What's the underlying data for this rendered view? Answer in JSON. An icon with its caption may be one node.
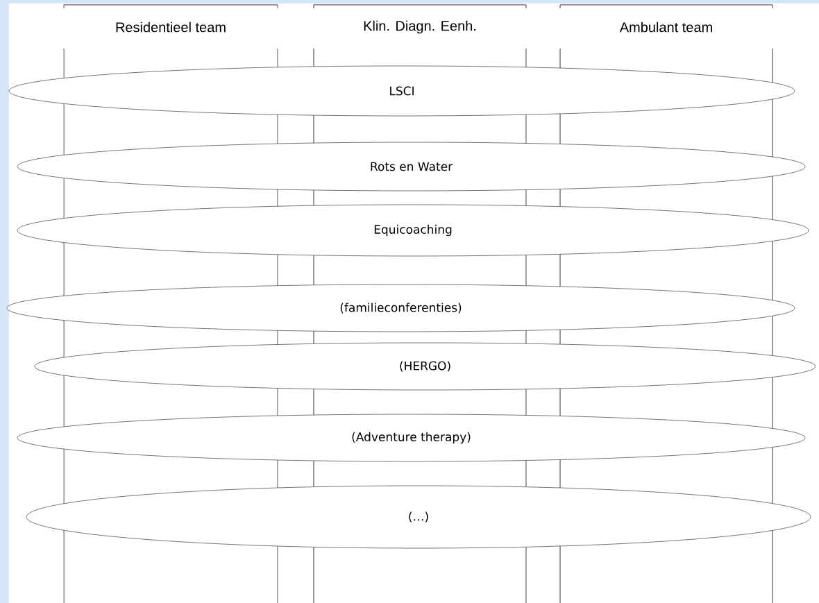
{
  "diagram": {
    "nodes": [
      {
        "text": [
          "Residentieel team"
        ]
      },
      {
        "text": [
          "Klin. Diagn. Eenh."
        ]
      },
      {
        "text": [
          "Ambulant team"
        ]
      },
      {
        "text": [
          "LSCI"
        ]
      },
      {
        "text": [
          "Rots en Water"
        ]
      },
      {
        "text": [
          "Equicoaching"
        ]
      },
      {
        "text": [
          "(familieconferenties)"
        ]
      },
      {
        "text": [
          "(HERGO)"
        ]
      },
      {
        "text": [
          "(Adventure therapy)"
        ]
      },
      {
        "text": [
          "(…)"
        ]
      }
    ]
  }
}
